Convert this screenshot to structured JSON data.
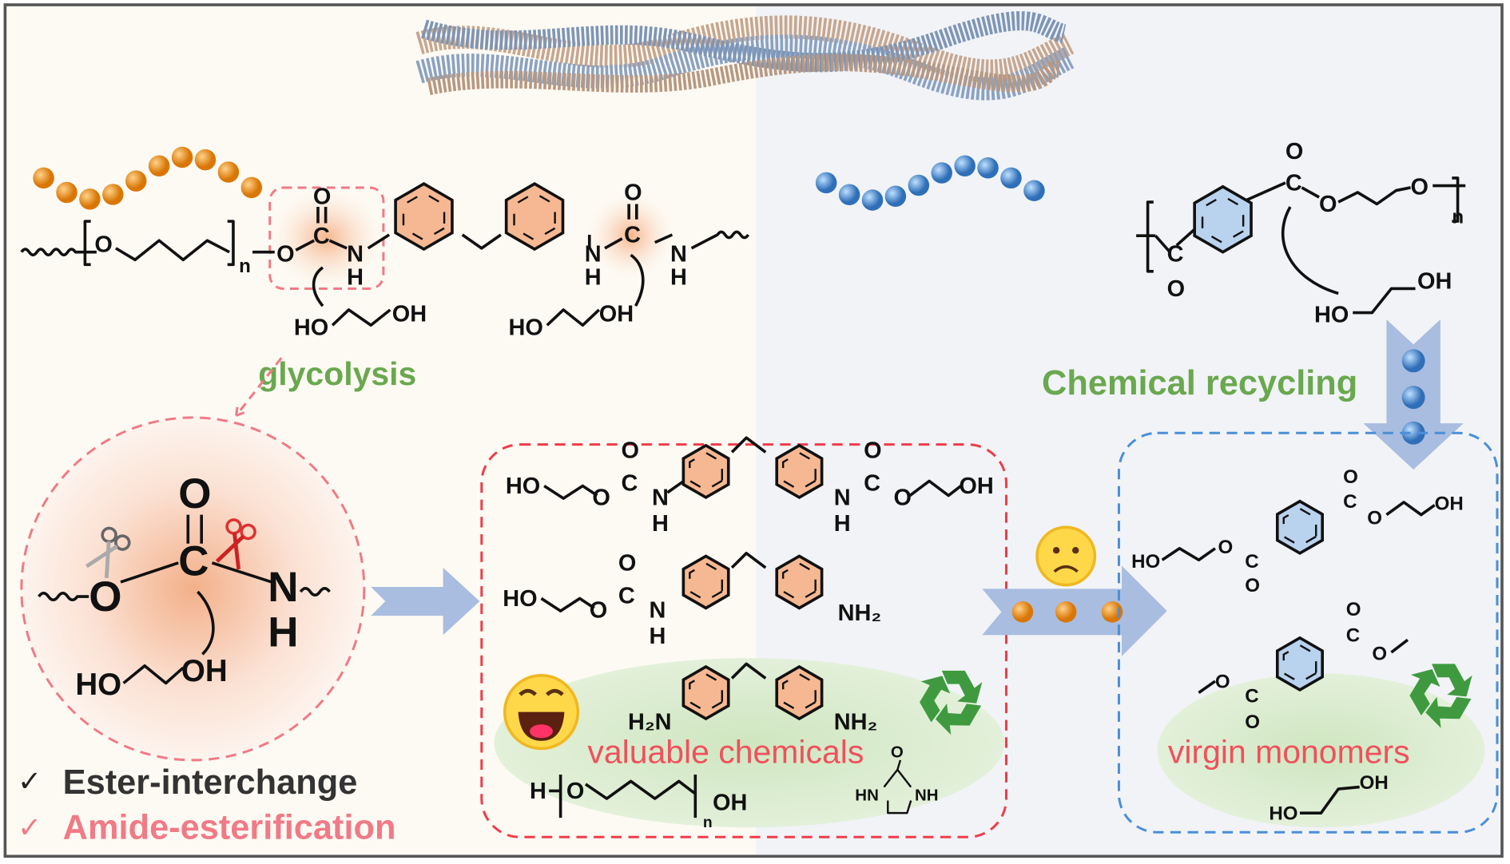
{
  "labels": {
    "glycolysis": "glycolysis",
    "chemical_recycling": "Chemical recycling",
    "valuable_chemicals": "valuable chemicals",
    "virgin_monomers": "virgin monomers",
    "ester_interchange": "Ester-interchange",
    "amide_esterification": "Amide-esterification",
    "check": "✓"
  },
  "atoms": {
    "O": "O",
    "C": "C",
    "N": "N",
    "H": "H",
    "HO": "HO",
    "OH": "OH",
    "n": "n",
    "NH2": "NH₂",
    "H2N": "H₂N",
    "HN": "HN",
    "NH": "NH",
    "H_end": "H"
  },
  "colors": {
    "left_bg": "#fdfaf3",
    "right_bg": "#f1f3f6",
    "green_text": "#6aa84f",
    "pink": "#f07a86",
    "red": "#f03c4a",
    "blue_dash": "#4a8fd8",
    "orange_bead": "#e88a10",
    "blue_bead": "#4f8fd0",
    "arrow": "#a9bde0",
    "recycle": "#3f9a3f"
  },
  "icons": [
    "polymer-fiber",
    "orange-bead-chain",
    "blue-bead-chain",
    "scissors-icon",
    "happy-emoji-icon",
    "sad-emoji-icon",
    "recycle-icon",
    "check-icon"
  ]
}
